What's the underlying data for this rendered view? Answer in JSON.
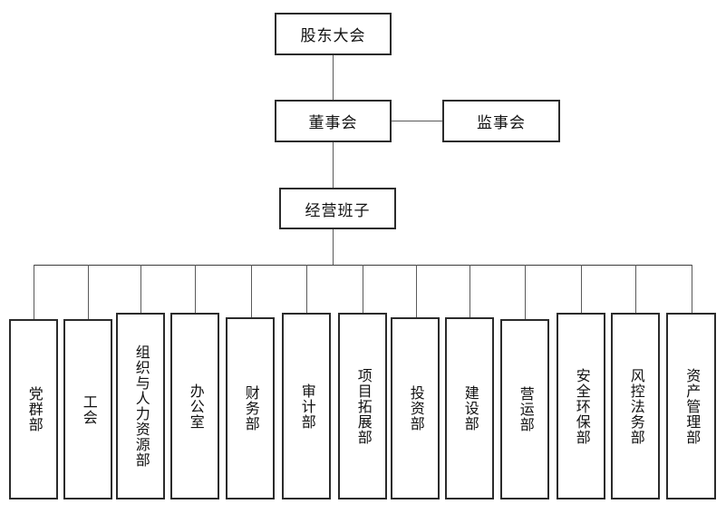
{
  "chart": {
    "title": "",
    "type": "org-chart",
    "background_color": "#ffffff",
    "border_color": "#2b2b2b",
    "connector_color": "#5a5a5a",
    "text_color": "#111111"
  },
  "levels": {
    "level1": {
      "nodes": [
        {
          "id": "shareholders",
          "label": "股东大会"
        }
      ]
    },
    "level2": {
      "nodes": [
        {
          "id": "board",
          "label": "董事会"
        },
        {
          "id": "supervisors",
          "label": "监事会"
        }
      ]
    },
    "level3": {
      "nodes": [
        {
          "id": "management",
          "label": "经营班子"
        }
      ]
    },
    "level4": {
      "nodes": [
        {
          "id": "dept-1",
          "label": "党群部"
        },
        {
          "id": "dept-2",
          "label": "工会"
        },
        {
          "id": "dept-3",
          "label": "组织与人力资源部"
        },
        {
          "id": "dept-4",
          "label": "办公室"
        },
        {
          "id": "dept-5",
          "label": "财务部"
        },
        {
          "id": "dept-6",
          "label": "审计部"
        },
        {
          "id": "dept-7",
          "label": "项目拓展部"
        },
        {
          "id": "dept-8",
          "label": "投资部"
        },
        {
          "id": "dept-9",
          "label": "建设部"
        },
        {
          "id": "dept-10",
          "label": "营运部"
        },
        {
          "id": "dept-11",
          "label": "安全环保部"
        },
        {
          "id": "dept-12",
          "label": "风控法务部"
        },
        {
          "id": "dept-13",
          "label": "资产管理部"
        }
      ]
    }
  },
  "relations": [
    {
      "from": "shareholders",
      "to": "board"
    },
    {
      "from": "board",
      "to": "supervisors"
    },
    {
      "from": "board",
      "to": "management"
    },
    {
      "from": "management",
      "to": "departments-bus"
    }
  ]
}
